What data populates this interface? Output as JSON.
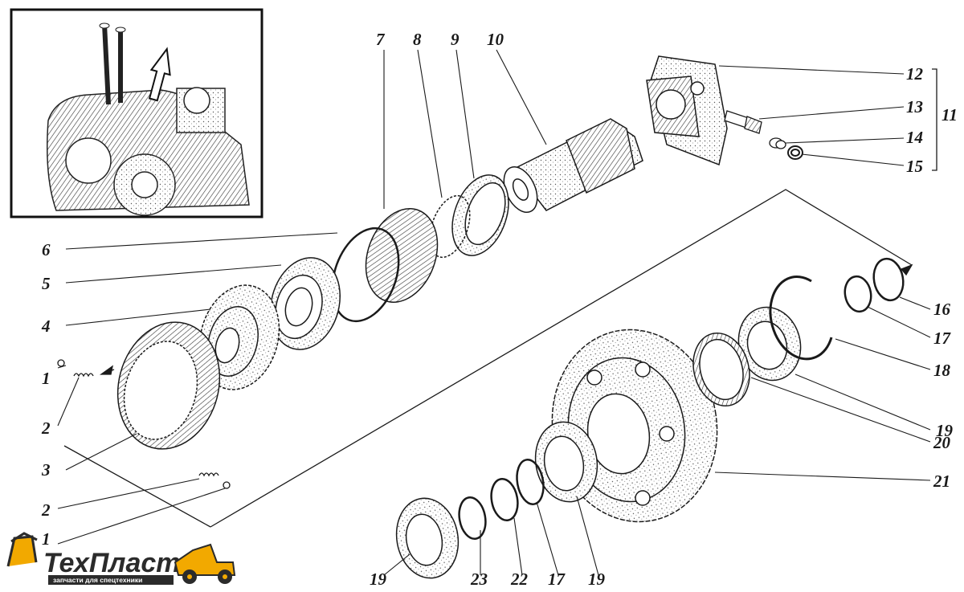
{
  "labels": {
    "l1a": "1",
    "l2a": "2",
    "l3": "3",
    "l2b": "2",
    "l1b": "1",
    "l4": "4",
    "l5": "5",
    "l6": "6",
    "l7": "7",
    "l8": "8",
    "l9": "9",
    "l10": "10",
    "l11": "11",
    "l12": "12",
    "l13": "13",
    "l14": "14",
    "l15": "15",
    "l16": "16",
    "l17a": "17",
    "l18": "18",
    "l19a": "19",
    "l20": "20",
    "l21": "21",
    "l19b": "19",
    "l23": "23",
    "l22": "22",
    "l17b": "17",
    "l19c": "19"
  },
  "logo": {
    "name": "ТехПласт",
    "tagline": "запчасти для спецтехники"
  },
  "colors": {
    "ink": "#1a1a1a",
    "logo_orange": "#f2a900",
    "logo_dark": "#2b2b2b"
  }
}
